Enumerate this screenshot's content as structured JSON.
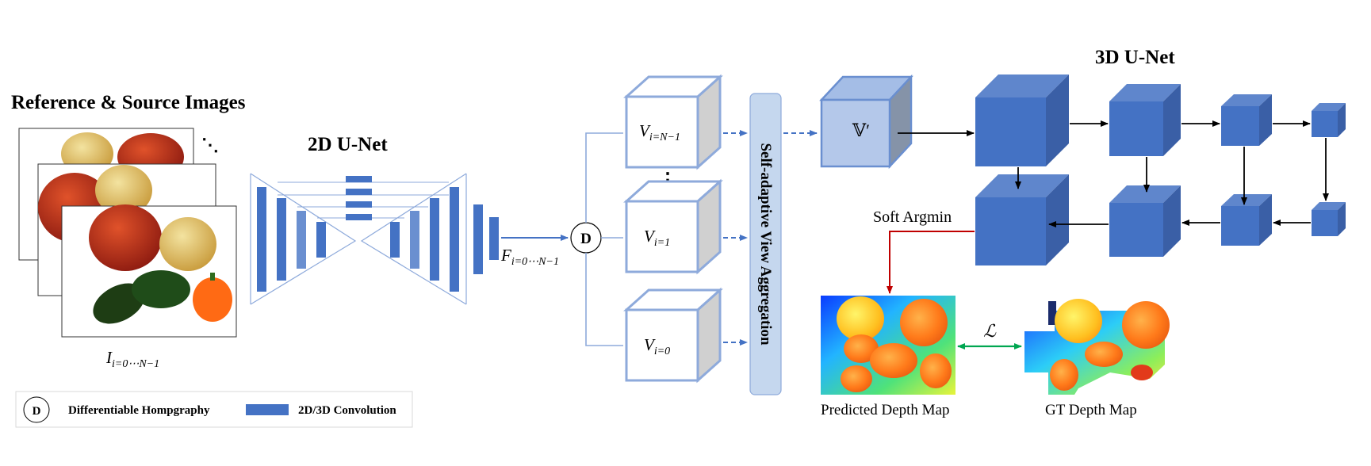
{
  "figure": {
    "input_title": "Reference & Source Images",
    "input_caption_main": "I",
    "input_caption_sub": "i=0⋯N−1",
    "unet2d_title": "2D U-Net",
    "feature_label_main": "F",
    "feature_label_sub": "i=0⋯N−1",
    "homography_symbol": "D",
    "volume_top_main": "V",
    "volume_top_sub": "i=N−1",
    "volume_mid_main": "V",
    "volume_mid_sub": "i=1",
    "volume_bottom_main": "V",
    "volume_bottom_sub": "i=0",
    "vertical_dots": "⋮",
    "diagonal_dots": "⋱",
    "aggregation_label": "Self-adaptive View Aggregation",
    "aggregated_volume_label": "𝕍′",
    "unet3d_title": "3D U-Net",
    "soft_argmin_label": "Soft Argmin",
    "loss_symbol": "ℒ",
    "pred_caption": "Predicted Depth Map",
    "gt_caption": "GT Depth Map"
  },
  "legend": {
    "homography_symbol": "D",
    "homography_label": "Differentiable Hompgraphy",
    "conv_label": "2D/3D Convolution"
  },
  "colors": {
    "conv_blue": "#4472c4",
    "light_blue": "#8eaadb",
    "panel_blue": "#c5d7ee",
    "refinement_arrow": "#c00000",
    "loss_arrow": "#00a651"
  }
}
